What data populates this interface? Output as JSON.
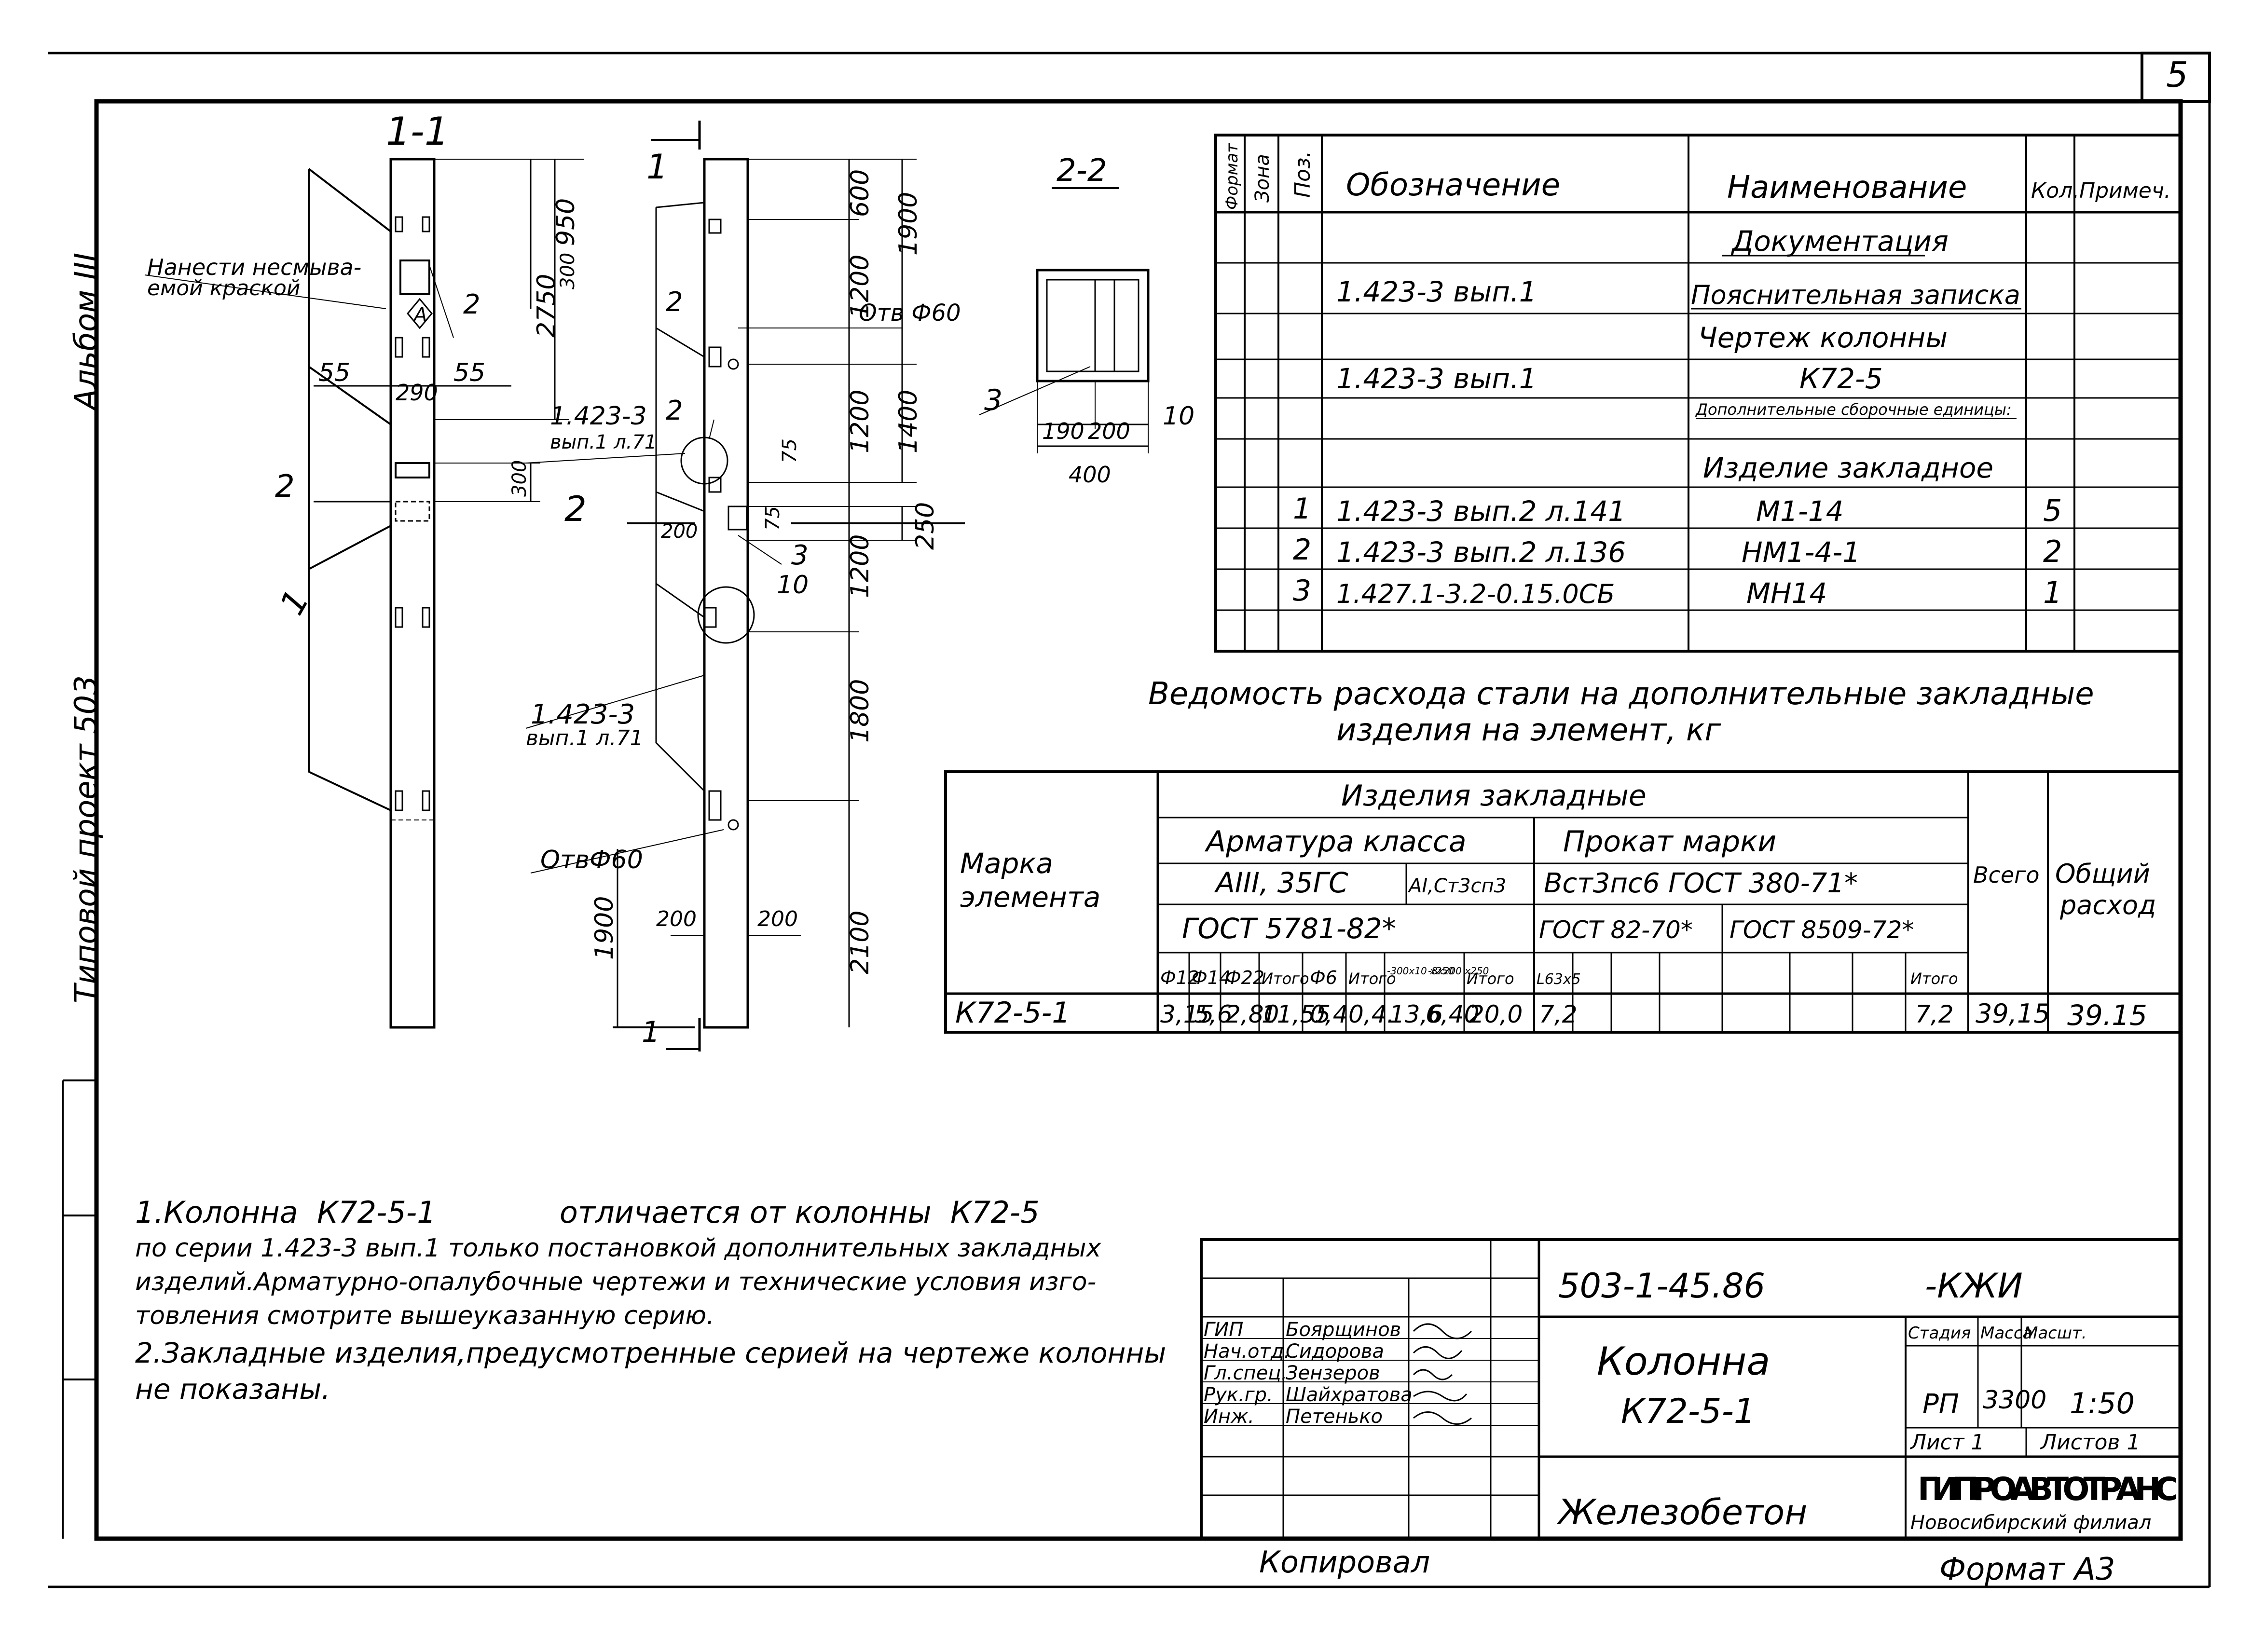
{
  "sheet_number": "5",
  "side_labels": {
    "album": "Альбом III",
    "project": "Типовой проект 503"
  },
  "drawing": {
    "section_1_1": "1-1",
    "section_2_2": "2-2",
    "mark_1": "1",
    "mark_2_arrow": "2",
    "mark_2_arrow_right": "2",
    "label_paint": "Нанести несмыва-",
    "label_paint2": "емой краской",
    "label_A": "A",
    "pos1": "1",
    "pos2": "2",
    "pos2b": "2",
    "pos2c": "2",
    "pos3": "3",
    "pos3b": "3",
    "pos10": "10",
    "pos10b": "10",
    "ref_a": "1.423-3",
    "ref_a2": "вып.1 л.71",
    "ref_b": "1.423-3",
    "ref_b2": "вып.1 л.71",
    "hole_a": "Отв Ф60",
    "hole_b": "ОтвФ60",
    "dims": {
      "d950": "950",
      "d300a": "300",
      "d2750": "2750",
      "d55a": "55",
      "d55b": "55",
      "d290": "290",
      "d300b": "300",
      "d600": "600",
      "d1200a": "1200",
      "d1900a": "1900",
      "d1200b": "1200",
      "d1400": "1400",
      "d75a": "75",
      "d75b": "75",
      "d250": "250",
      "d1200c": "1200",
      "d200a": "200",
      "d1800": "1800",
      "d1900b": "1900",
      "d200b": "200",
      "d200c": "200",
      "d2100": "2100",
      "d190": "190",
      "d200s": "200",
      "d400": "400"
    }
  },
  "spec_table": {
    "headers": [
      "Формат",
      "Зона",
      "Поз.",
      "Обозначение",
      "Наименование",
      "Кол.",
      "Примеч."
    ],
    "rows": [
      {
        "pos": "",
        "designation": "",
        "name": "Документация",
        "qty": ""
      },
      {
        "pos": "",
        "designation": "1.423-3  вып.1",
        "name": "Пояснительная записка",
        "qty": ""
      },
      {
        "pos": "",
        "designation": "",
        "name": "Чертеж  колонны",
        "qty": ""
      },
      {
        "pos": "",
        "designation": "1.423-3  вып.1",
        "name": "К72-5",
        "qty": ""
      },
      {
        "pos": "",
        "designation": "",
        "name": "Дополнительные сборочные единицы:",
        "qty": ""
      },
      {
        "pos": "",
        "designation": "",
        "name": "Изделие  закладное",
        "qty": ""
      },
      {
        "pos": "1",
        "designation": "1.423-3 вып.2 л.141",
        "name": "М1-14",
        "qty": "5"
      },
      {
        "pos": "2",
        "designation": "1.423-3 вып.2 л.136",
        "name": "НМ1-4-1",
        "qty": "2"
      },
      {
        "pos": "3",
        "designation": "1.427.1-3.2-0.15.0СБ",
        "name": "МН14",
        "qty": "1"
      }
    ]
  },
  "steel_title_1": "Ведомость  расхода стали на дополнительные закладные",
  "steel_title_2": "изделия  на  элемент, кг",
  "steel_table": {
    "marka": "Марка элемента",
    "marka1": "Марка",
    "marka2": "элемента",
    "izdelia": "Изделия  закладные",
    "armatura": "Арматура  класса",
    "prokat": "Прокат  марки",
    "a3": "АIII, 35ГС",
    "a1": "АI,Ст3сп3",
    "vst": "Вст3пс6  ГОСТ 380-71*",
    "gost5781": "ГОСТ 5781-82*",
    "gost82": "ГОСТ 82-70*",
    "gost8509": "ГОСТ 8509-72*",
    "vsego": "Всего",
    "obsh1": "Общий",
    "obsh2": "расход",
    "cols": [
      "Ф12",
      "Ф14",
      "Ф22",
      "Итого",
      "Ф6",
      "Итого",
      "-300х10 х250",
      "-8х200 х250",
      "Итого",
      "L63х5",
      "",
      "",
      "Итого"
    ],
    "row": {
      "mark": "К72-5-1",
      "values": [
        "3,15",
        "5,6",
        "2,80",
        "11,55",
        "0,4",
        "0,4.",
        "13,6",
        "6,40",
        "20,0",
        "7,2",
        "",
        "",
        "7,2"
      ],
      "total": "39,15",
      "overall": "39.15"
    }
  },
  "notes": [
    "1.Колонна  К72-5-1             отличается от колонны  К72-5",
    "по серии 1.423-3 вып.1 только постановкой дополнительных закладных",
    "изделий.Арматурно-опалубочные чертежи и технические условия изго-",
    "товления смотрите вышеуказанную серию.",
    "2.Закладные  изделия,предусмотренные серией на чертеже колонны",
    "не показаны."
  ],
  "title_block": {
    "code": "503-1-45.86",
    "suffix": "-КЖИ",
    "title1": "Колонна",
    "title2": "К72-5-1",
    "material": "Железобетон",
    "stage_h": "Стадия",
    "mass_h": "Масса",
    "scale_h": "Масшт.",
    "stage": "РП",
    "mass": "3300",
    "scale": "1:50",
    "sheet": "Лист 1",
    "sheets": "Листов 1",
    "org": "ГИПРОАВТОТРАНС",
    "branch": "Новосибирский филиал",
    "people": [
      {
        "role": "ГИП",
        "name": "Боярщинов"
      },
      {
        "role": "Нач.отд.",
        "name": "Сидорова"
      },
      {
        "role": "Гл.спец.",
        "name": "Зензеров"
      },
      {
        "role": "Рук.гр.",
        "name": "Шайхратова"
      },
      {
        "role": "Инж.",
        "name": "Петенько"
      }
    ]
  },
  "footer": {
    "copied": "Копировал",
    "format": "Формат А3"
  }
}
